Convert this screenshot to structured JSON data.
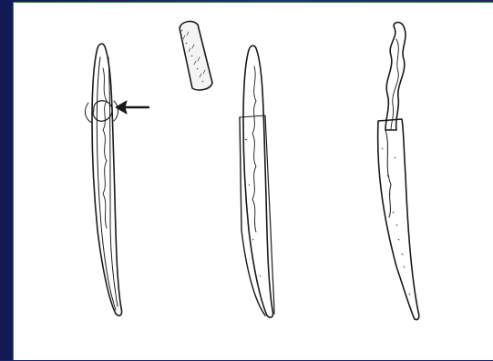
{
  "slide": {
    "background_color": "#1a2466",
    "panel_color": "#ffffff",
    "panel_border_color": "#2e8a3a"
  },
  "figure": {
    "stroke_color": "#1a1a1a",
    "panels": [
      {
        "name": "larva-in-sheath-with-arrow",
        "pointer": "arrow-left-icon"
      },
      {
        "name": "detached-cap",
        "pointer": null
      },
      {
        "name": "larva-in-open-sheath",
        "pointer": null
      },
      {
        "name": "larva-exsheathing",
        "pointer": null
      }
    ]
  }
}
